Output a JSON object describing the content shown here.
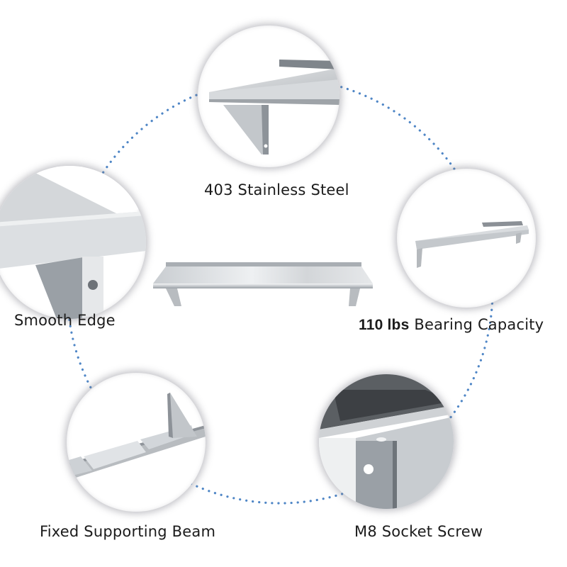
{
  "infographic": {
    "center_image": "stainless-steel-wall-shelf",
    "ring_color": "#4f86c6",
    "features": [
      {
        "id": "steel",
        "label": "403 Stainless Steel",
        "icon": "shelf-bracket-closeup"
      },
      {
        "id": "capacity",
        "label_bold": "110 lbs",
        "label": "Bearing Capacity",
        "icon": "wall-shelf-side-view"
      },
      {
        "id": "screw",
        "label": "M8 Socket Screw",
        "icon": "bracket-screw-hole-closeup"
      },
      {
        "id": "beam",
        "label": "Fixed Supporting Beam",
        "icon": "shelf-underside-beam"
      },
      {
        "id": "edge",
        "label": "Smooth Edge",
        "icon": "rounded-edge-closeup"
      }
    ]
  }
}
